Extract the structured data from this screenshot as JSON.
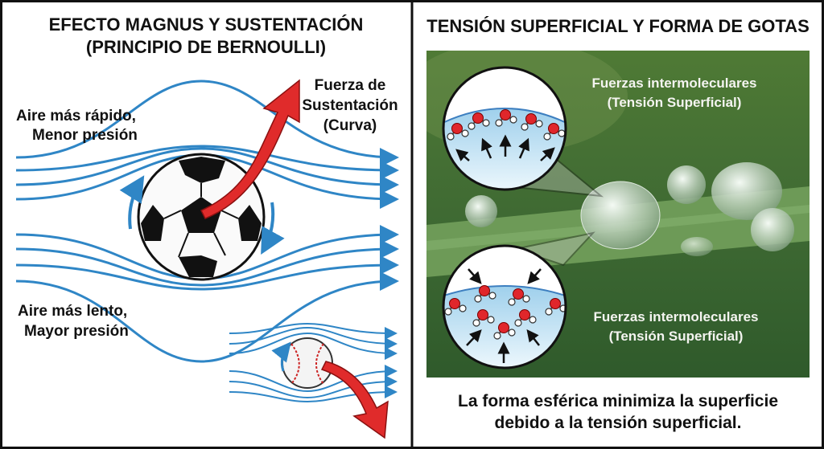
{
  "left_panel": {
    "title_line1": "EFECTO MAGNUS Y SUSTENTACIÓN",
    "title_line2": "(PRINCIPIO DE BERNOULLI)",
    "fast_air_line1": "Aire más rápido,",
    "fast_air_line2": "Menor presión",
    "lift_line1": "Fuerza de",
    "lift_line2": "Sustentación",
    "lift_line3": "(Curva)",
    "slow_air_line1": "Aire más lento,",
    "slow_air_line2": "Mayor presión"
  },
  "right_panel": {
    "title": "TENSIÓN SUPERFICIAL Y FORMA DE GOTAS",
    "label_top_line1": "Fuerzas intermoleculares",
    "label_top_line2": "(Tensión Superficial)",
    "label_bottom_line1": "Fuerzas intermoleculares",
    "label_bottom_line2": "(Tensión Superficial)",
    "caption_line1": "La forma esférica minimiza la superficie",
    "caption_line2": "debido a la tensión superficial."
  },
  "colors": {
    "flow": "#2f86c6",
    "arrow": "#e02b2b",
    "leaf": "#5d8c4a",
    "molecule": "#e0262b"
  }
}
